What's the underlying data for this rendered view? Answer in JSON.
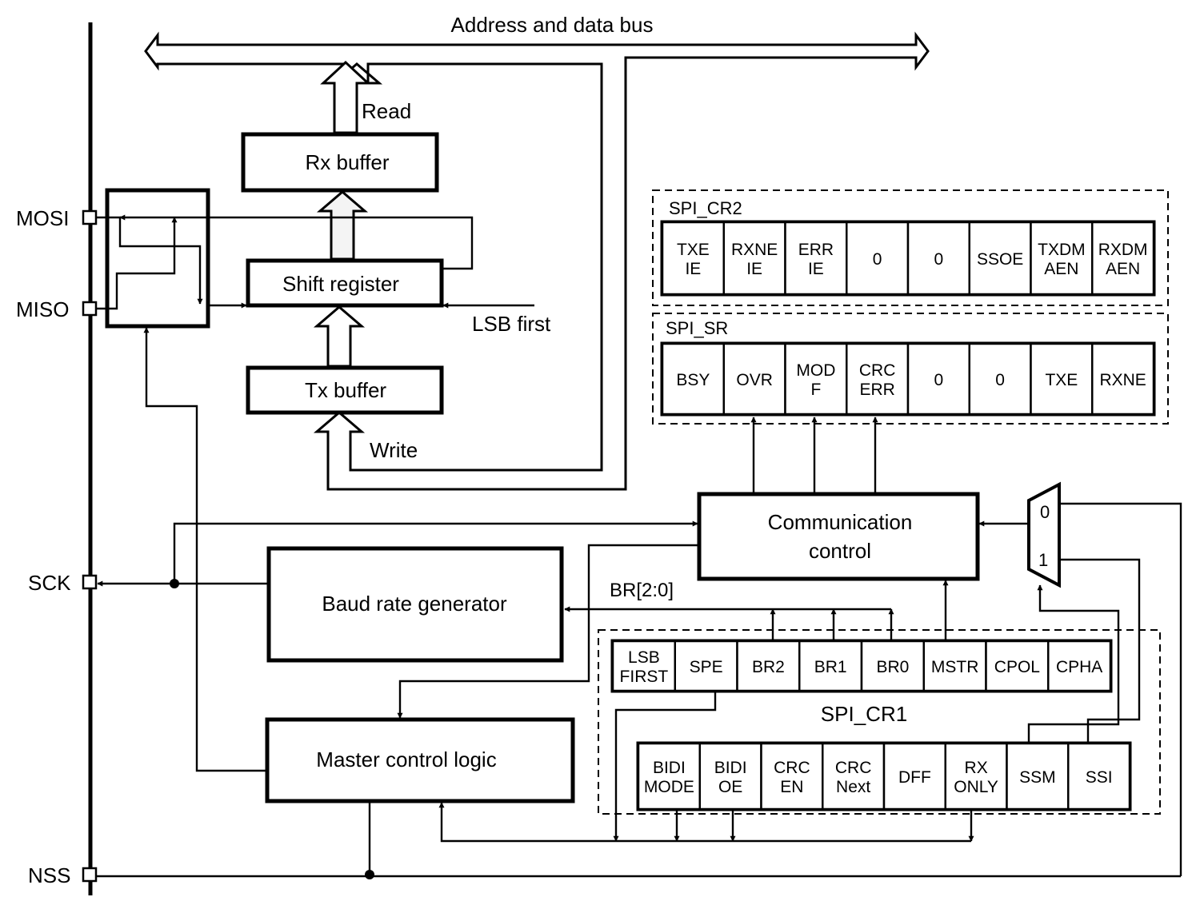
{
  "bus": {
    "label": "Address and data bus"
  },
  "arrows": {
    "read": "Read",
    "write": "Write",
    "lsb_first": "LSB first",
    "br_field": "BR[2:0]"
  },
  "pins": {
    "mosi": "MOSI",
    "miso": "MISO",
    "sck": "SCK",
    "nss": "NSS"
  },
  "blocks": {
    "rx_buffer": "Rx buffer",
    "shift_register": "Shift register",
    "tx_buffer": "Tx buffer",
    "comm_control_line1": "Communication",
    "comm_control_line2": "control",
    "baud_rate_generator": "Baud rate generator",
    "master_control_logic": "Master control logic"
  },
  "mux": {
    "input0": "0",
    "input1": "1"
  },
  "registers": {
    "cr2": {
      "name": "SPI_CR2",
      "bits": [
        [
          "TXE",
          "IE"
        ],
        [
          "RXNE",
          "IE"
        ],
        [
          "ERR",
          "IE"
        ],
        [
          "0"
        ],
        [
          "0"
        ],
        [
          "SSOE"
        ],
        [
          "TXDM",
          "AEN"
        ],
        [
          "RXDM",
          "AEN"
        ]
      ]
    },
    "sr": {
      "name": "SPI_SR",
      "bits": [
        [
          "BSY"
        ],
        [
          "OVR"
        ],
        [
          "MOD",
          "F"
        ],
        [
          "CRC",
          "ERR"
        ],
        [
          "0"
        ],
        [
          "0"
        ],
        [
          "TXE"
        ],
        [
          "RXNE"
        ]
      ]
    },
    "cr1": {
      "name": "SPI_CR1",
      "top_bits": [
        [
          "LSB",
          "FIRST"
        ],
        [
          "SPE"
        ],
        [
          "BR2"
        ],
        [
          "BR1"
        ],
        [
          "BR0"
        ],
        [
          "MSTR"
        ],
        [
          "CPOL"
        ],
        [
          "CPHA"
        ]
      ],
      "bottom_bits": [
        [
          "BIDI",
          "MODE"
        ],
        [
          "BIDI",
          "OE"
        ],
        [
          "CRC",
          "EN"
        ],
        [
          "CRC",
          "Next"
        ],
        [
          "DFF"
        ],
        [
          "RX",
          "ONLY"
        ],
        [
          "SSM"
        ],
        [
          "SSI"
        ]
      ]
    }
  }
}
